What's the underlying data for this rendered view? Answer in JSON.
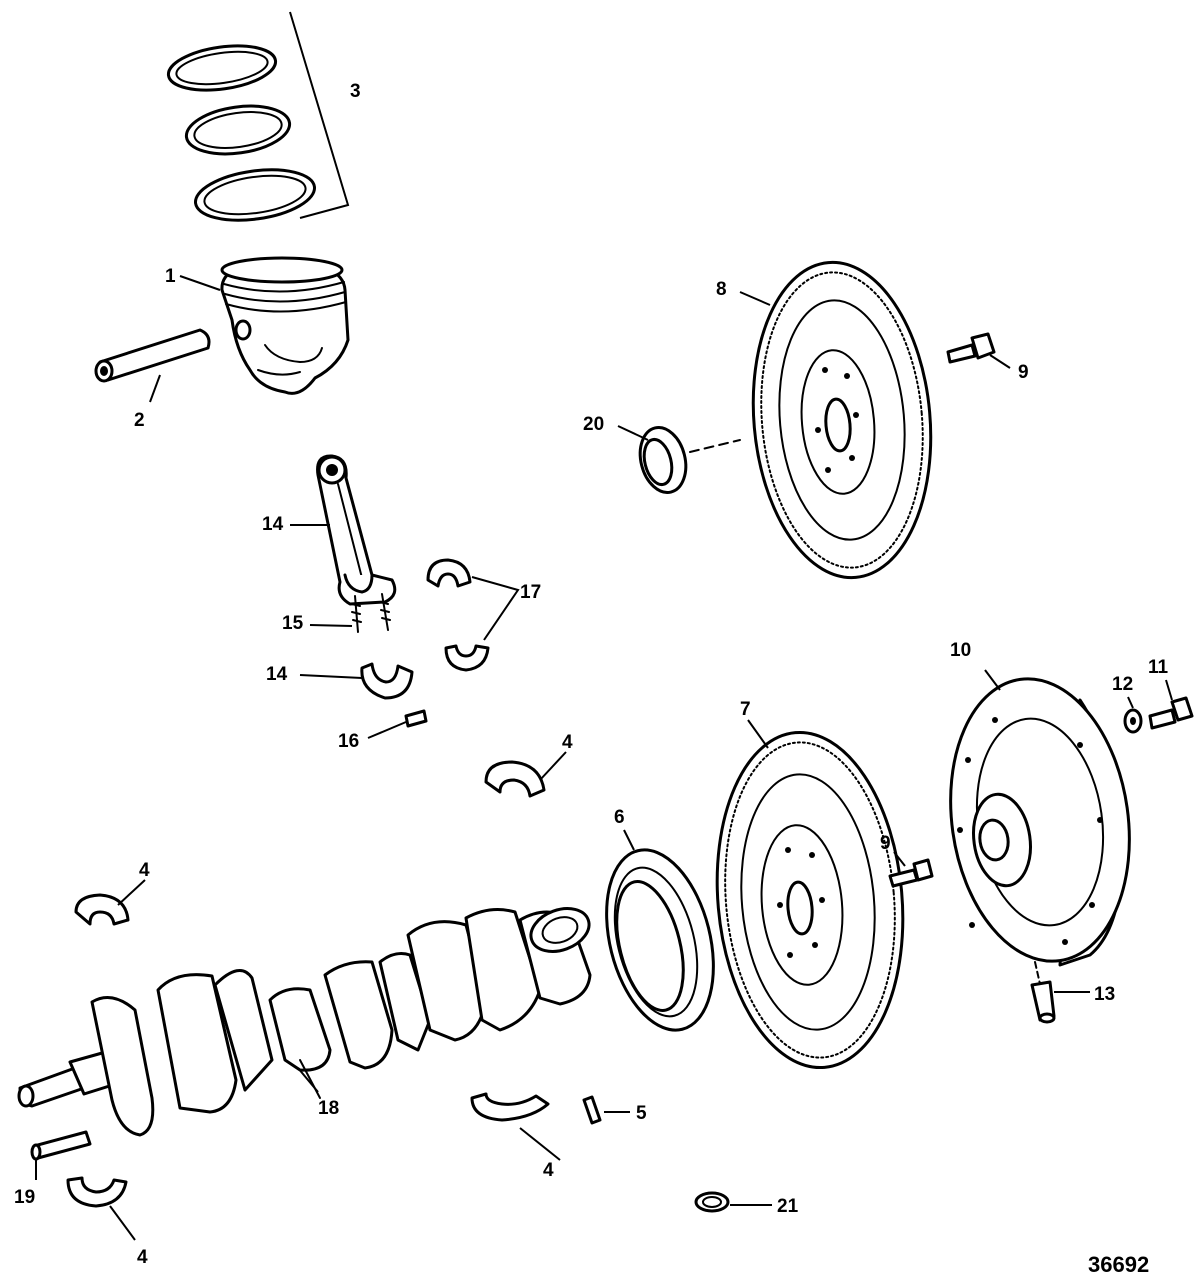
{
  "diagram": {
    "reference_number": "36692",
    "callouts": [
      {
        "id": "c1",
        "label": "1"
      },
      {
        "id": "c2",
        "label": "2"
      },
      {
        "id": "c3",
        "label": "3"
      },
      {
        "id": "c4a",
        "label": "4"
      },
      {
        "id": "c4b",
        "label": "4"
      },
      {
        "id": "c4c",
        "label": "4"
      },
      {
        "id": "c4d",
        "label": "4"
      },
      {
        "id": "c5",
        "label": "5"
      },
      {
        "id": "c6",
        "label": "6"
      },
      {
        "id": "c7",
        "label": "7"
      },
      {
        "id": "c8",
        "label": "8"
      },
      {
        "id": "c9a",
        "label": "9"
      },
      {
        "id": "c9b",
        "label": "9"
      },
      {
        "id": "c10",
        "label": "10"
      },
      {
        "id": "c11",
        "label": "11"
      },
      {
        "id": "c12",
        "label": "12"
      },
      {
        "id": "c13",
        "label": "13"
      },
      {
        "id": "c14a",
        "label": "14"
      },
      {
        "id": "c14b",
        "label": "14"
      },
      {
        "id": "c15",
        "label": "15"
      },
      {
        "id": "c16",
        "label": "16"
      },
      {
        "id": "c17",
        "label": "17"
      },
      {
        "id": "c18",
        "label": "18"
      },
      {
        "id": "c19",
        "label": "19"
      },
      {
        "id": "c20",
        "label": "20"
      },
      {
        "id": "c21",
        "label": "21"
      }
    ]
  }
}
